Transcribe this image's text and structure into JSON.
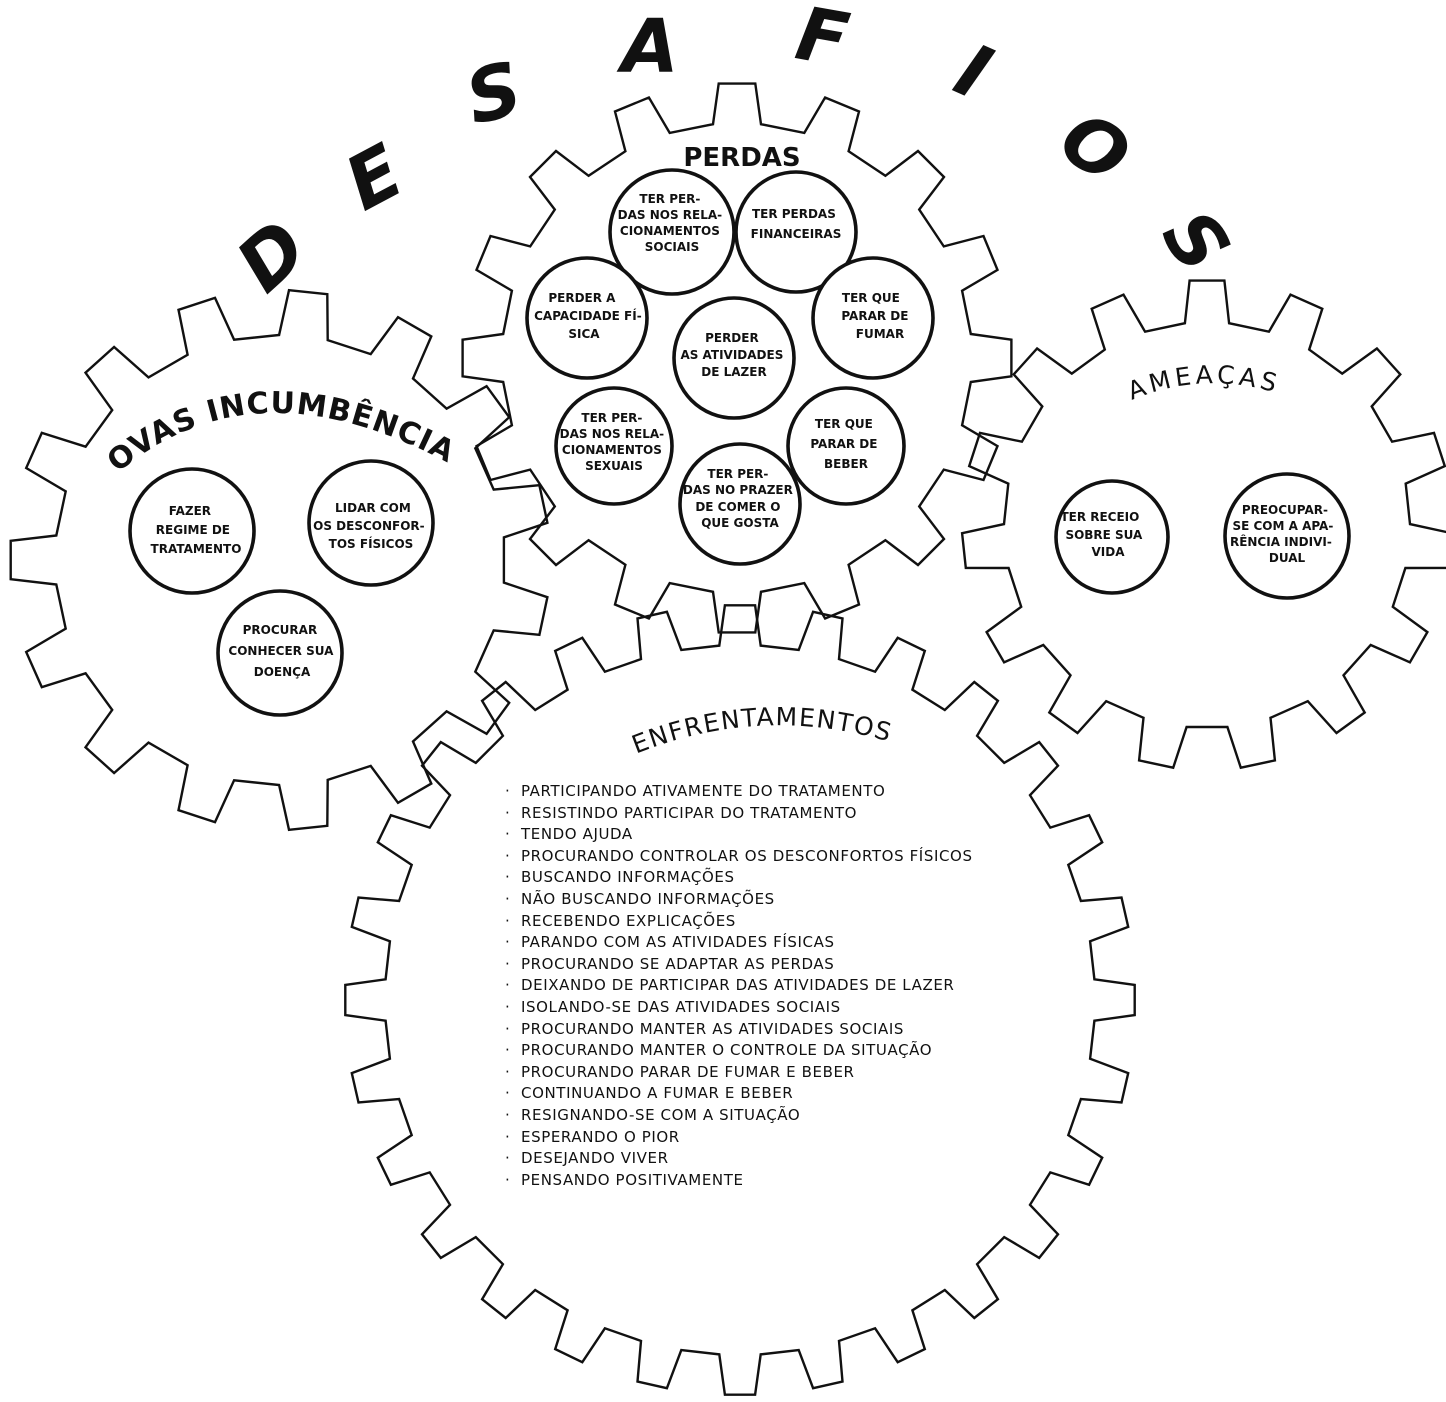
{
  "title_letters": [
    "D",
    "E",
    "S",
    "A",
    "F",
    "I",
    "O",
    "S"
  ],
  "gears": {
    "novas": {
      "title": "NOVAS INCUMBÊNCIAS",
      "items": [
        [
          "FAZER",
          "REGIME DE",
          "TRATAMENTO"
        ],
        [
          "LIDAR COM",
          "OS DESCONFOR-",
          "TOS FÍSICOS"
        ],
        [
          "PROCURAR",
          "CONHECER SUA",
          "DOENÇA"
        ]
      ]
    },
    "perdas": {
      "title": "PERDAS",
      "items": [
        [
          "TER PER-",
          "DAS NOS RELA-",
          "CIONAMENTOS",
          "SOCIAIS"
        ],
        [
          "TER PERDAS",
          "FINANCEIRAS"
        ],
        [
          "PERDER A",
          "CAPACIDADE FÍ-",
          "SICA"
        ],
        [
          "PERDER",
          "AS ATIVIDADES",
          "DE LAZER"
        ],
        [
          "TER QUE",
          "PARAR DE",
          "FUMAR"
        ],
        [
          "TER PER-",
          "DAS NOS RELA-",
          "CIONAMENTOS",
          "SEXUAIS"
        ],
        [
          "TER QUE",
          "PARAR DE",
          "BEBER"
        ],
        [
          "TER PER-",
          "DAS NO PRAZER",
          "DE COMER O",
          "QUE GOSTA"
        ]
      ]
    },
    "ameacas": {
      "title": "AMEAÇAS",
      "items": [
        [
          "TER RECEIO",
          "SOBRE SUA",
          "VIDA"
        ],
        [
          "PREOCUPAR-",
          "SE COM A APA-",
          "RÊNCIA INDIVI-",
          "DUAL"
        ]
      ]
    },
    "enfrentamentos": {
      "title": "ENFRENTAMENTOS",
      "items": [
        "PARTICIPANDO ATIVAMENTE DO TRATAMENTO",
        "RESISTINDO PARTICIPAR DO TRATAMENTO",
        "TENDO AJUDA",
        "PROCURANDO CONTROLAR OS DESCONFORTOS FÍSICOS",
        "BUSCANDO INFORMAÇÕES",
        "NÃO BUSCANDO INFORMAÇÕES",
        "RECEBENDO EXPLICAÇÕES",
        "PARANDO COM AS ATIVIDADES FÍSICAS",
        "PROCURANDO SE ADAPTAR AS PERDAS",
        "DEIXANDO DE PARTICIPAR DAS ATIVIDADES DE LAZER",
        "ISOLANDO-SE DAS ATIVIDADES SOCIAIS",
        "PROCURANDO MANTER AS ATIVIDADES SOCIAIS",
        "PROCURANDO MANTER O CONTROLE DA SITUAÇÃO",
        "PROCURANDO PARAR DE FUMAR E BEBER",
        "CONTINUANDO A FUMAR E BEBER",
        "RESIGNANDO-SE COM A SITUAÇÃO",
        "ESPERANDO O PIOR",
        "DESEJANDO VIVER",
        "PENSANDO POSITIVAMENTE"
      ]
    }
  }
}
